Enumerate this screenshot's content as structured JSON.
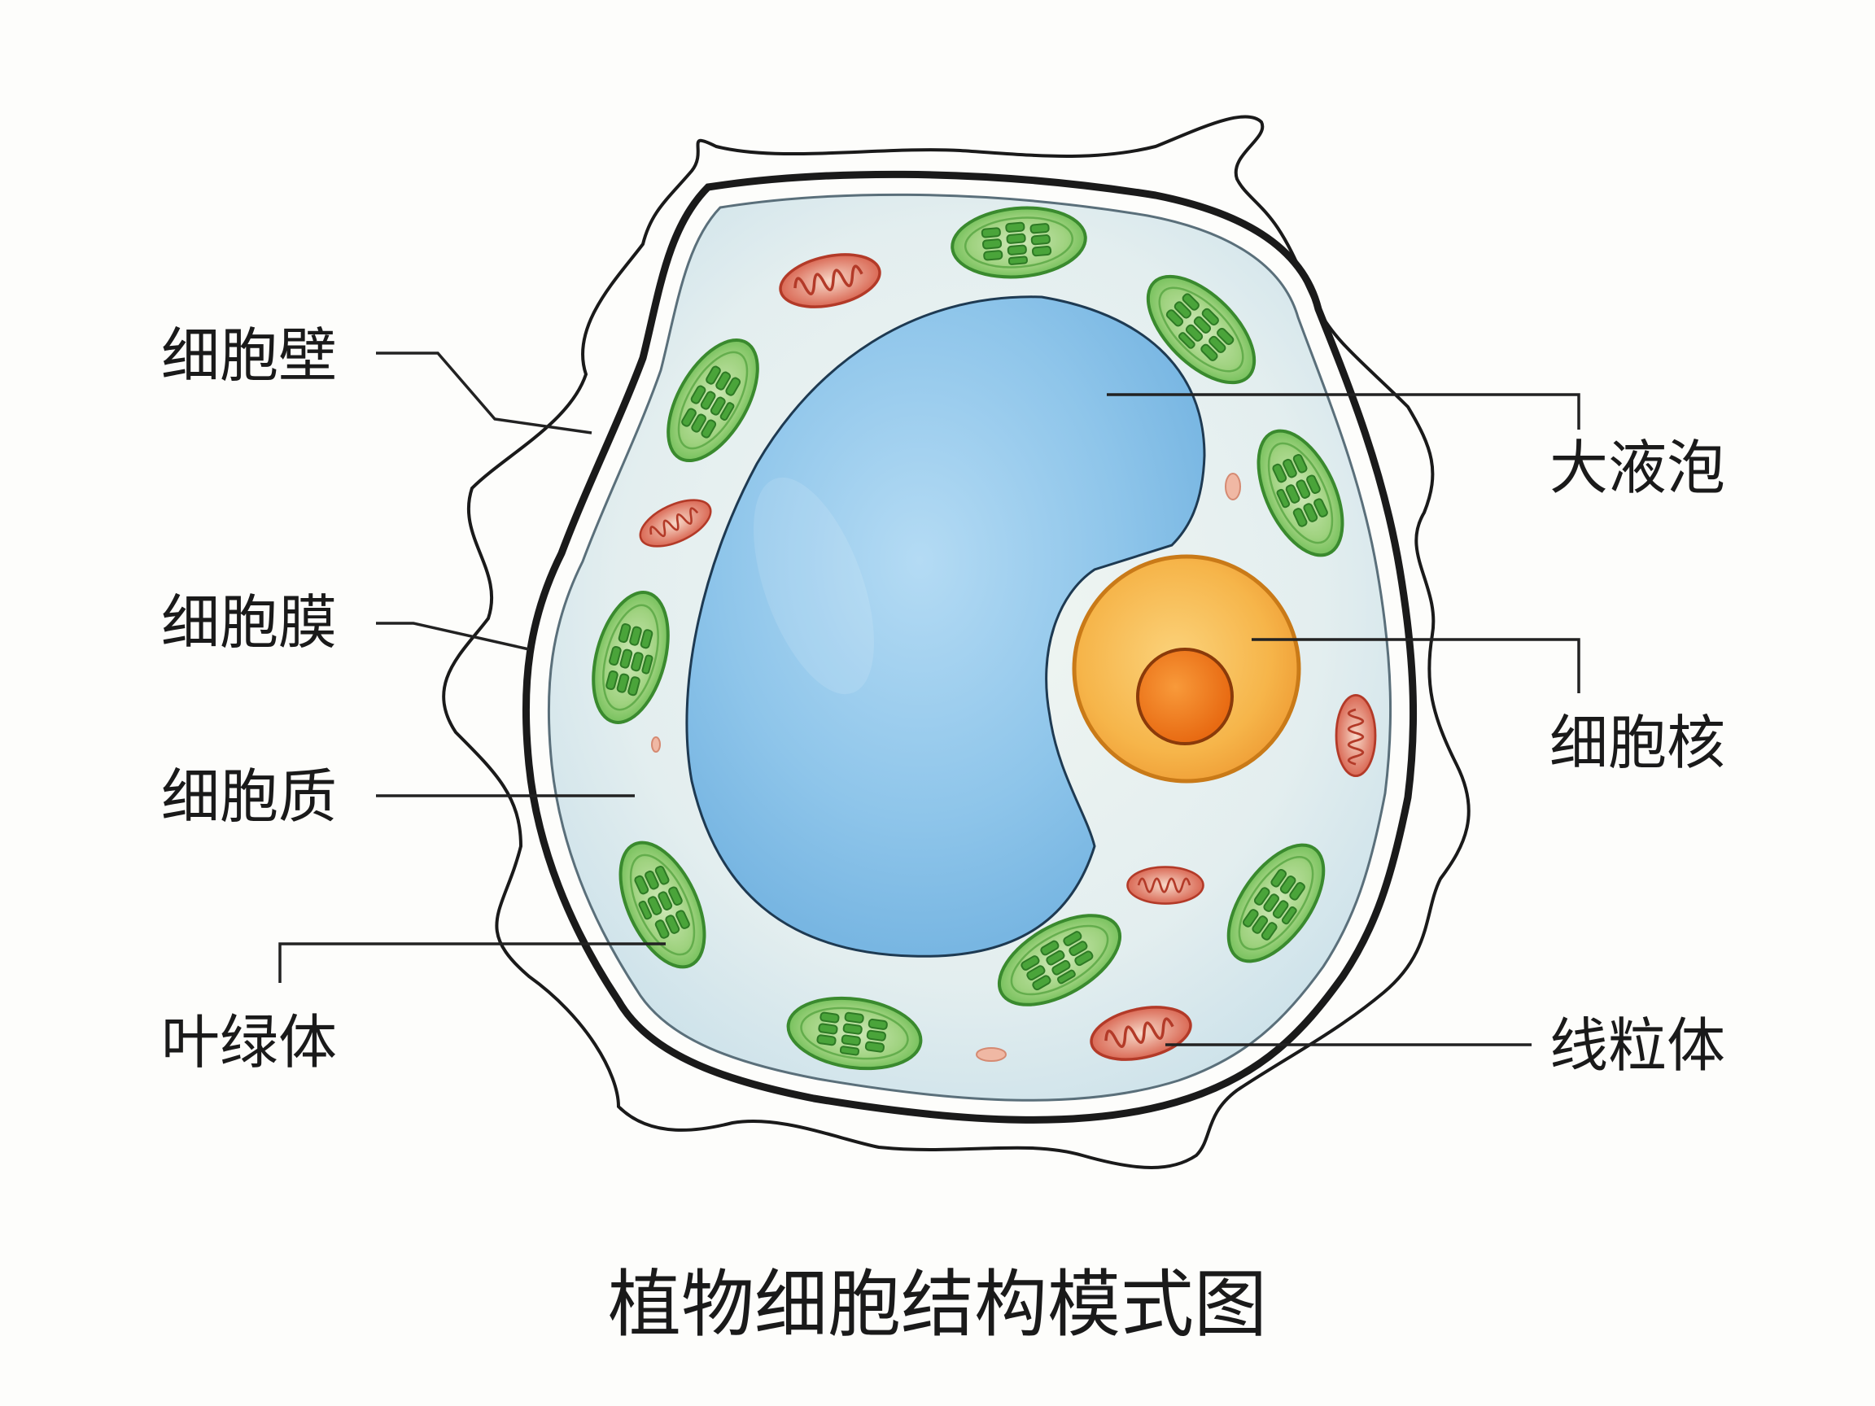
{
  "title": "植物细胞结构模式图",
  "labels": {
    "cell_wall": "细胞壁",
    "cell_membrane": "细胞膜",
    "cytoplasm": "细胞质",
    "chloroplast": "叶绿体",
    "vacuole": "大液泡",
    "nucleus": "细胞核",
    "mitochondrion": "线粒体"
  },
  "colors": {
    "cytoplasm": "#e6f0ee",
    "vacuole": "#8ec5ea",
    "nucleus": "#f6b54a",
    "nucleolus": "#f07d1a",
    "chloroplast": "#5cb646",
    "mitochondrion": "#d4533e"
  }
}
